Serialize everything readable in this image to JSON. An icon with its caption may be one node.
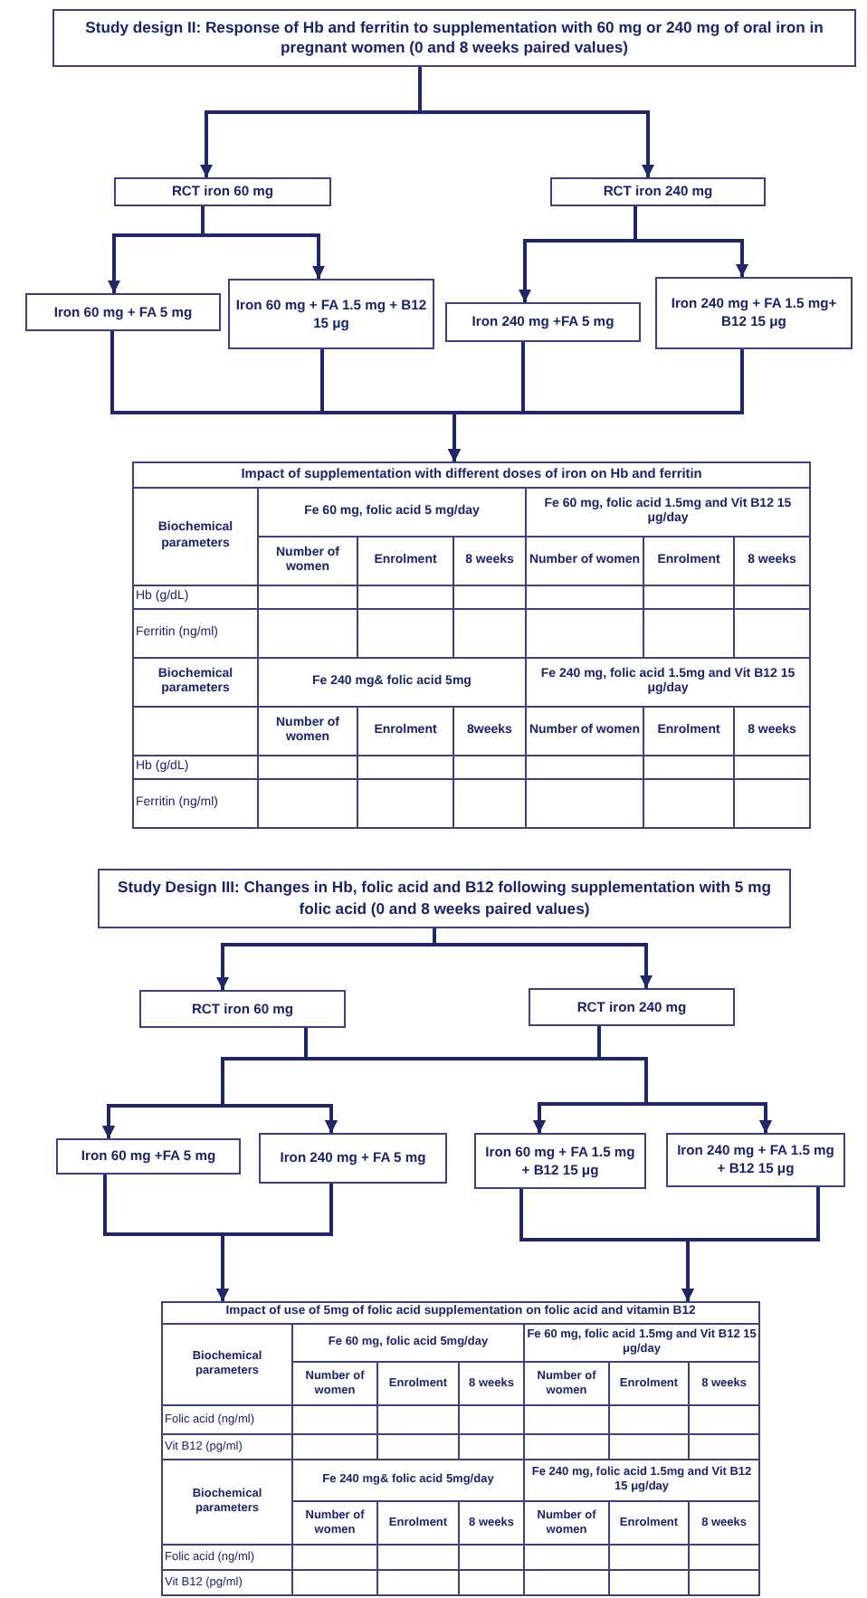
{
  "diagram": {
    "nodes": [
      {
        "text": [
          "Study design II: Response of Hb and ferritin to supplementation with 60 mg or 240 mg of oral iron in pregnant women (0 and 8 weeks paired values)"
        ]
      },
      {
        "text": [
          "RCT iron 60 mg"
        ]
      },
      {
        "text": [
          "RCT iron 240 mg"
        ]
      },
      {
        "text": [
          "Iron 60 mg + FA 5 mg"
        ]
      },
      {
        "text": [
          "Iron 60 mg + FA 1.5 mg + B12 15 μg"
        ]
      },
      {
        "text": [
          "Iron 240 mg +FA 5 mg"
        ]
      },
      {
        "text": [
          "Iron 240 mg + FA 1.5 mg+ B12 15 μg"
        ]
      },
      {
        "text": [
          "Impact of supplementation with different doses of iron on Hb and ferritin"
        ]
      },
      {
        "text": [
          "Study Design III: Changes in Hb, folic acid and B12 following supplementation with 5 mg folic acid (0 and 8 weeks paired values)"
        ]
      },
      {
        "text": [
          "RCT iron 60 mg"
        ]
      },
      {
        "text": [
          "RCT iron 240 mg"
        ]
      },
      {
        "text": [
          "Iron 60 mg +FA 5 mg"
        ]
      },
      {
        "text": [
          "Iron 240 mg + FA 5 mg"
        ]
      },
      {
        "text": [
          "Iron 60 mg + FA 1.5 mg + B12 15 μg"
        ]
      },
      {
        "text": [
          "Iron 240 mg + FA 1.5 mg + B12 15 μg"
        ]
      },
      {
        "text": [
          "Impact of use of 5mg of folic acid supplementation on folic acid and vitamin B12"
        ]
      }
    ],
    "edges": [
      {
        "from": 0,
        "to": 1,
        "arrow": "to"
      },
      {
        "from": 0,
        "to": 2,
        "arrow": "to"
      },
      {
        "from": 1,
        "to": 3,
        "arrow": "to"
      },
      {
        "from": 1,
        "to": 4,
        "arrow": "to"
      },
      {
        "from": 2,
        "to": 5,
        "arrow": "to"
      },
      {
        "from": 2,
        "to": 6,
        "arrow": "to"
      },
      {
        "from": 3,
        "to": 7,
        "arrow": "to"
      },
      {
        "from": 4,
        "to": 7,
        "arrow": "to"
      },
      {
        "from": 5,
        "to": 7,
        "arrow": "to"
      },
      {
        "from": 6,
        "to": 7,
        "arrow": "to"
      },
      {
        "from": 8,
        "to": 9,
        "arrow": "to"
      },
      {
        "from": 8,
        "to": 10,
        "arrow": "to"
      },
      {
        "from": 9,
        "to": 11,
        "arrow": "to"
      },
      {
        "from": 9,
        "to": 12,
        "arrow": "to"
      },
      {
        "from": 9,
        "to": 13,
        "arrow": "to"
      },
      {
        "from": 9,
        "to": 14,
        "arrow": "to"
      },
      {
        "from": 10,
        "to": 11,
        "arrow": "to"
      },
      {
        "from": 10,
        "to": 12,
        "arrow": "to"
      },
      {
        "from": 10,
        "to": 13,
        "arrow": "to"
      },
      {
        "from": 10,
        "to": 14,
        "arrow": "to"
      },
      {
        "from": 11,
        "to": 15,
        "arrow": "to"
      },
      {
        "from": 12,
        "to": 15,
        "arrow": "to"
      },
      {
        "from": 13,
        "to": 15,
        "arrow": "to"
      },
      {
        "from": 14,
        "to": 15,
        "arrow": "to"
      }
    ],
    "labels": [
      "Biochemical parameters",
      "Fe 60 mg, folic acid 5 mg/day",
      "Fe 60 mg, folic acid 1.5mg and Vit B12 15 μg/day",
      "Number of women",
      "Enrolment",
      "8 weeks",
      "Number of women",
      "Enrolment",
      "8 weeks",
      "Hb (g/dL)",
      "Ferritin (ng/ml)",
      "Biochemical parameters",
      "Fe 240 mg& folic acid 5mg",
      "Fe 240 mg, folic acid 1.5mg and Vit B12 15 μg/day",
      "Number of women",
      "Enrolment",
      "8weeks",
      "Number of women",
      "Enrolment",
      "8 weeks",
      "Hb (g/dL)",
      "Ferritin (ng/ml)",
      "Biochemical parameters",
      "Fe 60 mg, folic acid 5mg/day",
      "Fe 60 mg, folic acid 1.5mg and Vit B12 15 μg/day",
      "Number of women",
      "Enrolment",
      "8 weeks",
      "Number of women",
      "Enrolment",
      "8 weeks",
      "Folic acid (ng/ml)",
      "Vit B12 (pg/ml)",
      "Biochemical parameters",
      "Fe 240 mg& folic acid 5mg/day",
      "Fe 240 mg, folic acid 1.5mg and Vit B12 15 μg/day",
      "Number of women",
      "Enrolment",
      "8 weeks",
      "Number of women",
      "Enrolment",
      "8 weeks",
      "Folic acid (ng/ml)",
      "Vit B12 (pg/ml)"
    ]
  }
}
